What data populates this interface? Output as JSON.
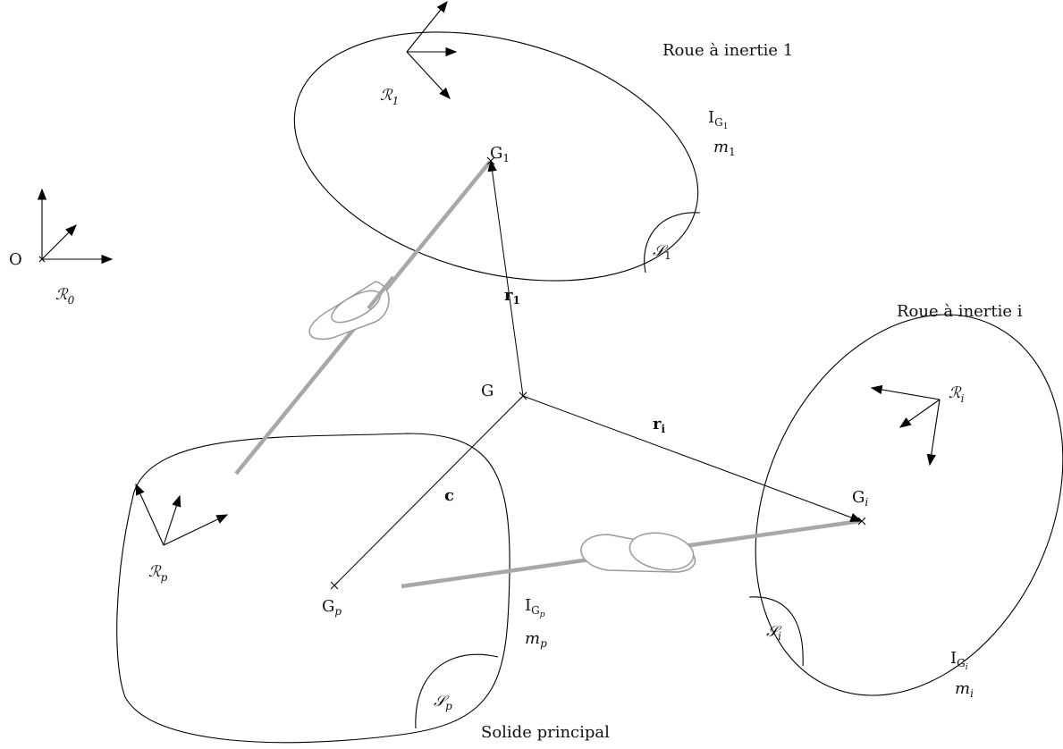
{
  "labels": {
    "roue1": "Roue à inertie 1",
    "rouei": "Roue à inertie i",
    "solide": "Solide principal",
    "O": "O",
    "G": "G",
    "r1": "r",
    "r1_sub": "1",
    "ri": "r",
    "ri_sub": "i",
    "c": "c"
  },
  "frames": {
    "R0": {
      "main": "ℛ",
      "sub": "0"
    },
    "R1": {
      "main": "ℛ",
      "sub": "1"
    },
    "Ri": {
      "main": "ℛ",
      "sub": "i"
    },
    "Rp": {
      "main": "ℛ",
      "sub": "p"
    }
  },
  "bodies": {
    "wheel1": {
      "center": {
        "main": "G",
        "sub": "1"
      },
      "inertia": {
        "main": "I",
        "sub": "G",
        "subsub": "1"
      },
      "mass": {
        "main": "m",
        "sub": "1"
      },
      "solid": {
        "main": "𝒮",
        "sub": "1"
      }
    },
    "wheeli": {
      "center": {
        "main": "G",
        "sub": "i"
      },
      "inertia": {
        "main": "I",
        "sub": "G",
        "subsub": "i"
      },
      "mass": {
        "main": "m",
        "sub": "i"
      },
      "solid": {
        "main": "𝒮",
        "sub": "i"
      }
    },
    "main": {
      "center": {
        "main": "G",
        "sub": "p"
      },
      "inertia": {
        "main": "I",
        "sub": "G",
        "subsub": "p"
      },
      "mass": {
        "main": "m",
        "sub": "p"
      },
      "solid": {
        "main": "𝒮",
        "sub": "p"
      }
    }
  },
  "colors": {
    "stroke": "#000000",
    "shaft": "#a8a8a8",
    "bearing": "#9a9a9a",
    "background": "#ffffff"
  }
}
